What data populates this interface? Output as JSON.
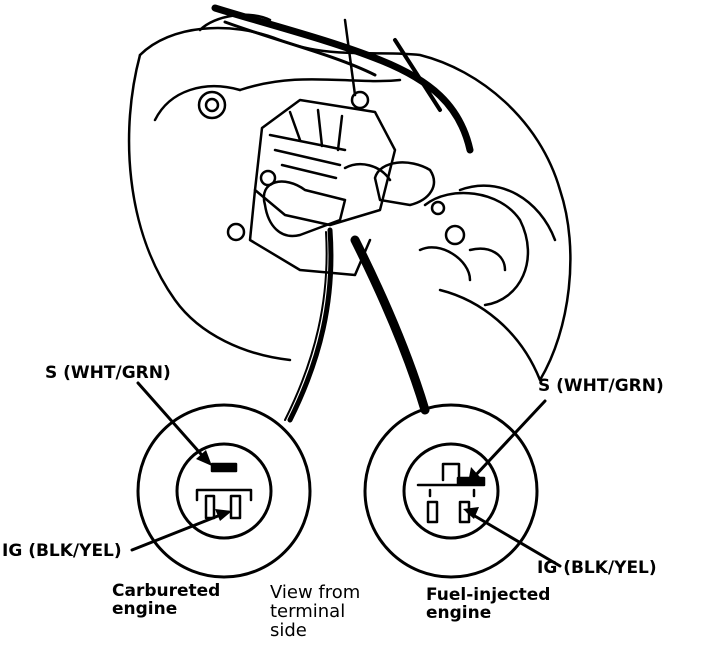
{
  "labels": {
    "carb_s": "S (WHT/GRN)",
    "carb_ig": "IG (BLK/YEL)",
    "carb_engine": "Carbureted\nengine",
    "view_note": "View from\nterminal\nside",
    "fi_s": "S (WHT/GRN)",
    "fi_ig": "IG (BLK/YEL)",
    "fi_engine": "Fuel-injected\nengine"
  },
  "colors": {
    "ink": "#000000",
    "paper": "#ffffff"
  }
}
